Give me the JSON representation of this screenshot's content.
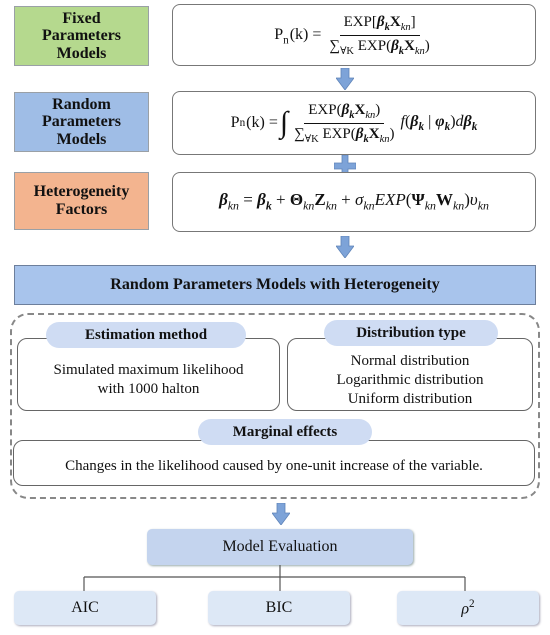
{
  "rows": {
    "fixed": {
      "label_line1": "Fixed",
      "label_line2": "Parameters",
      "label_line3": "Models"
    },
    "random": {
      "label_line1": "Random",
      "label_line2": "Parameters",
      "label_line3": "Models"
    },
    "hetero": {
      "label_line1": "Heterogeneity",
      "label_line2": "Factors"
    }
  },
  "formulas": {
    "fixed": {
      "lhs": "P",
      "lhs_sub": "n",
      "lhs_arg": "(k) =",
      "exp": "EXP",
      "sum": "∑",
      "sum_sub": "∀K"
    },
    "random": {
      "lhs": "P",
      "lhs_sub": "n",
      "lhs_arg": "(k) =",
      "integral": "∫",
      "exp": "EXP",
      "sum": "∑",
      "sum_sub": "∀K",
      "f": "f",
      "d": "d"
    },
    "hetero": {
      "exp": "EXP"
    }
  },
  "banner": {
    "text": "Random Parameters Models with Heterogeneity"
  },
  "estimation": {
    "title": "Estimation method",
    "line1": "Simulated maximum likelihood",
    "line2": "with 1000 halton"
  },
  "distribution": {
    "title": "Distribution type",
    "items": [
      "Normal distribution",
      "Logarithmic distribution",
      "Uniform distribution"
    ]
  },
  "marginal": {
    "title": "Marginal effects",
    "text": "Changes in the likelihood caused by one-unit increase of the variable."
  },
  "evaluation": {
    "title": "Model Evaluation",
    "metrics": [
      "AIC",
      "BIC",
      "ρ"
    ],
    "rho_sup": "2"
  },
  "colors": {
    "fixed_label": "#b5d98e",
    "random_label": "#9fbde6",
    "hetero_label": "#f3b48f",
    "banner": "#a8c4ec",
    "arrow": "#7da3d8"
  }
}
